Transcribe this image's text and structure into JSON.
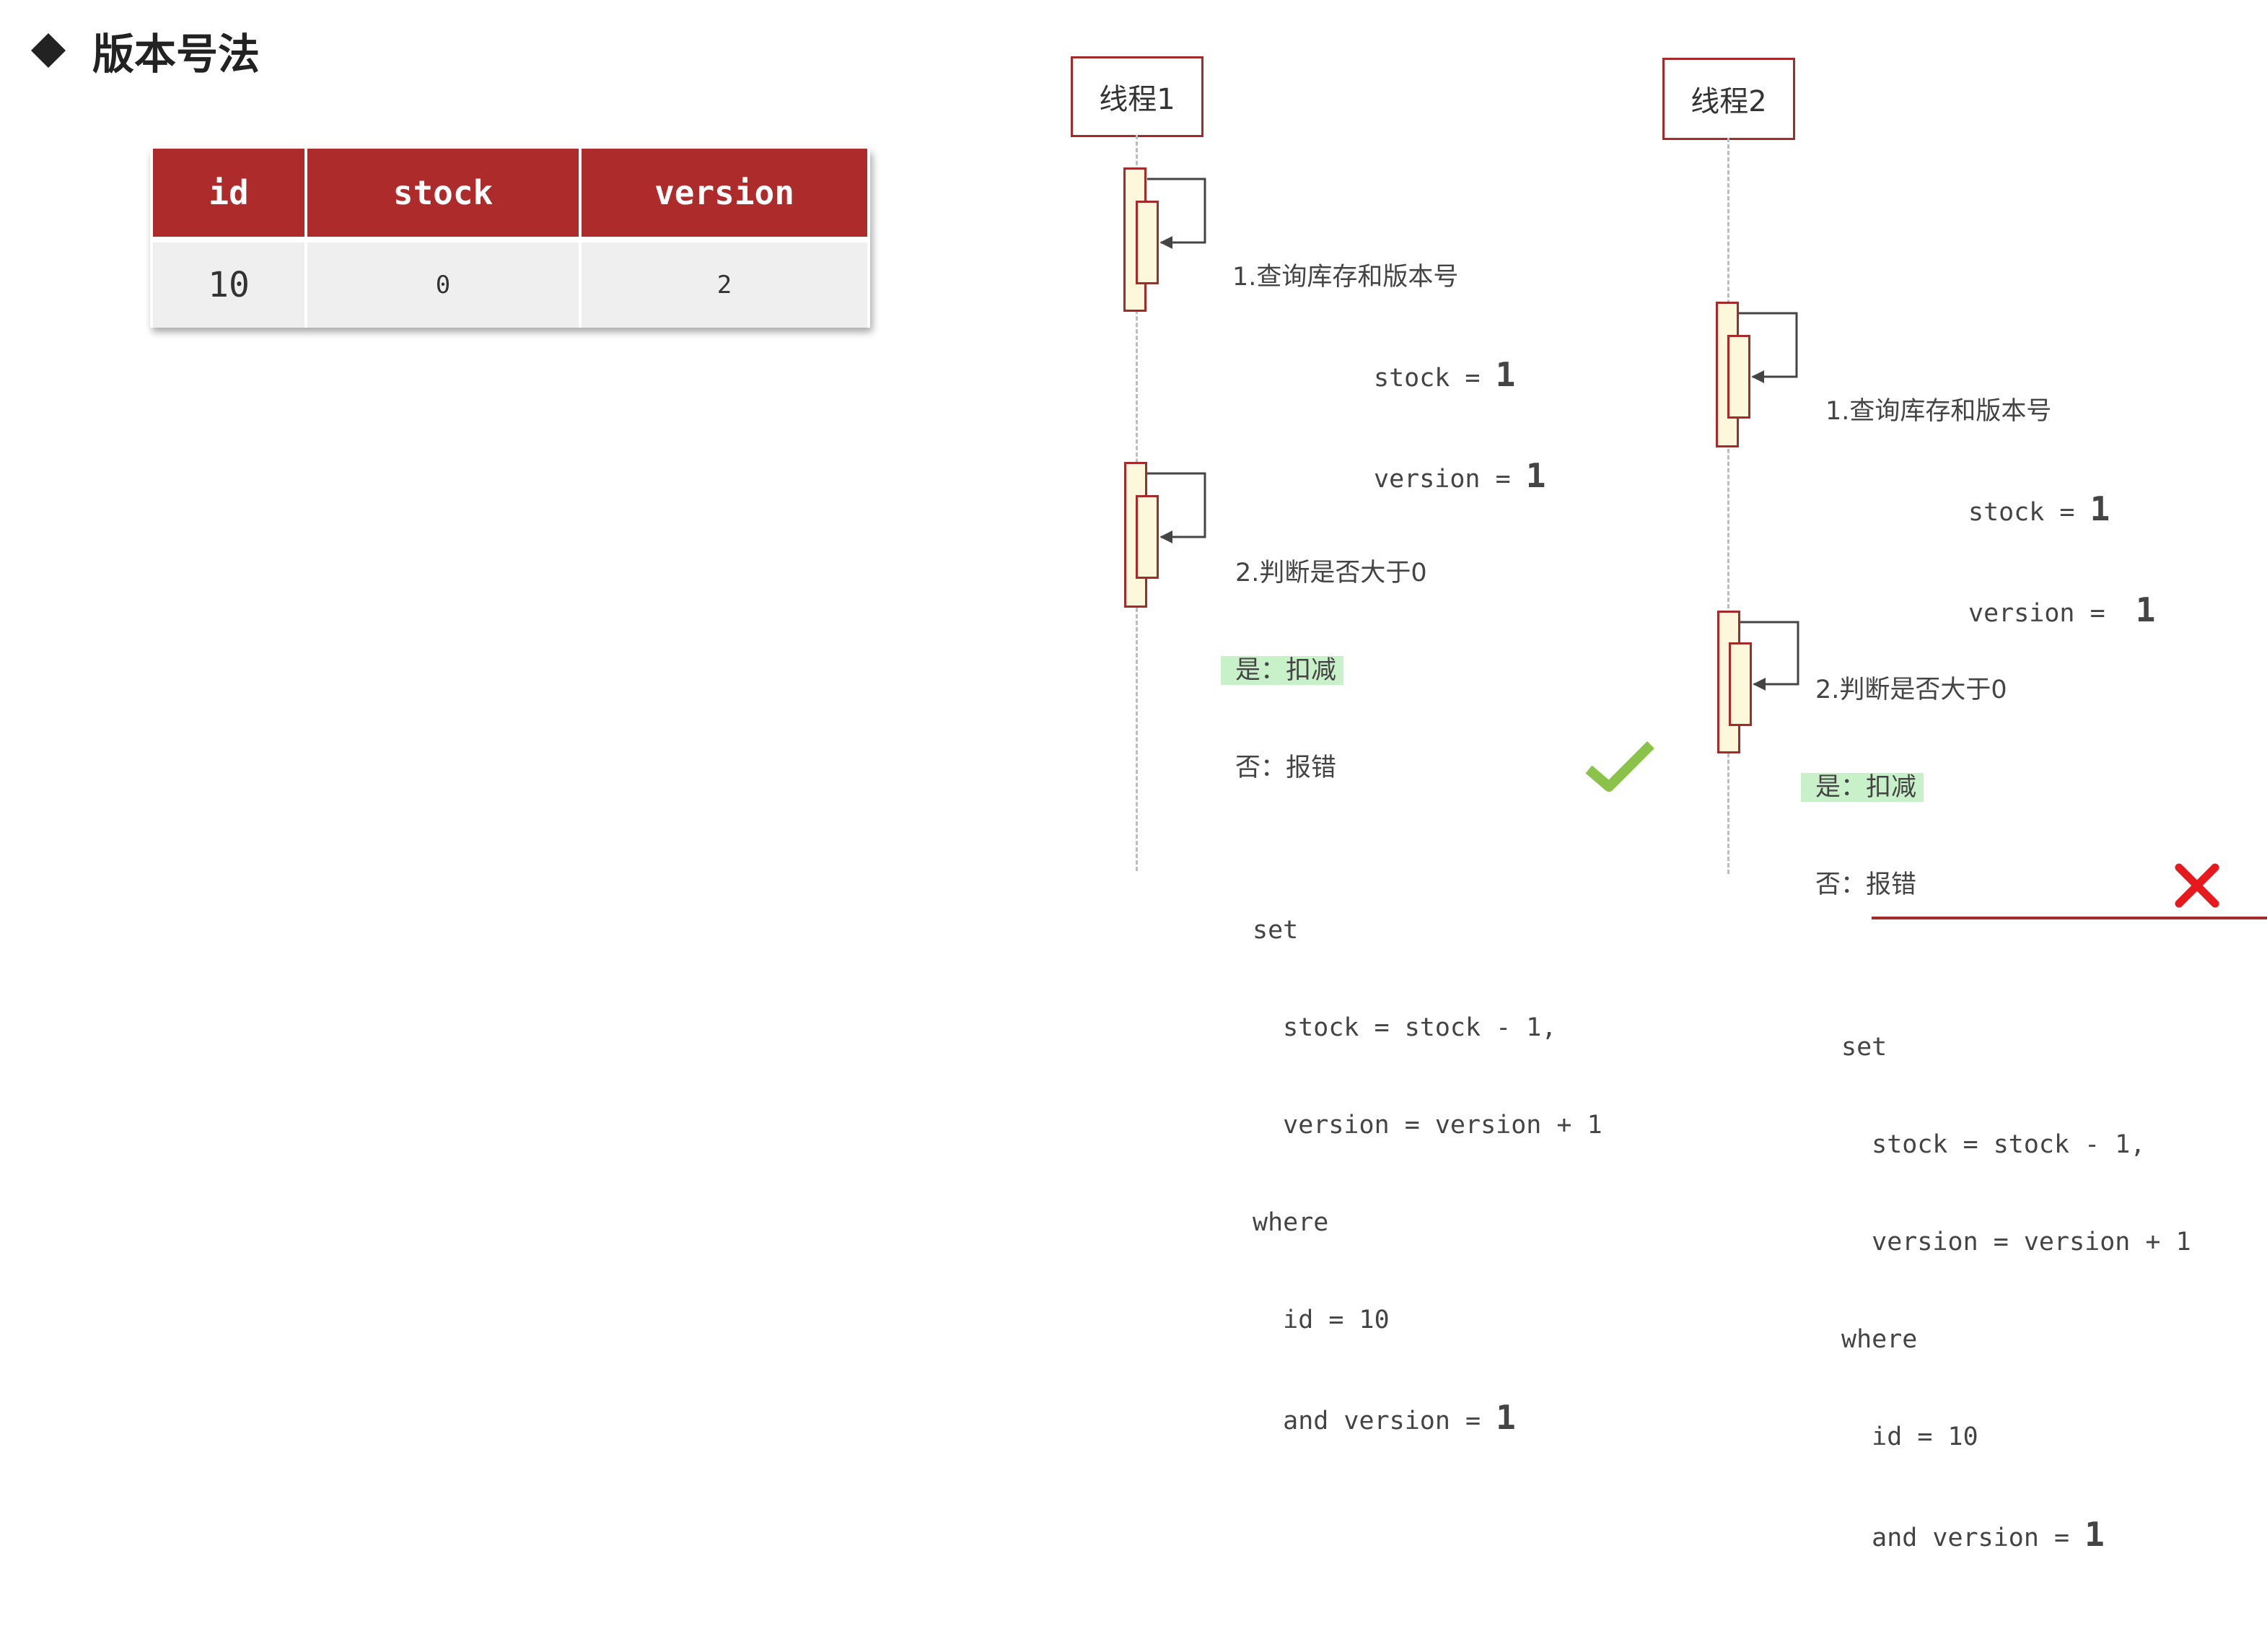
{
  "title": "版本号法",
  "table": {
    "headers": [
      "id",
      "stock",
      "version"
    ],
    "row": [
      "10",
      "0",
      "2"
    ]
  },
  "threads": [
    {
      "name": "线程1",
      "query": {
        "label": "1.查询库存和版本号",
        "stock_prefix": "stock = ",
        "stock_value": "1",
        "version_prefix": "version = ",
        "version_value": "1"
      },
      "check": {
        "label": "2.判断是否大于0",
        "yes": "是：扣减",
        "no": "否：报错",
        "sql": [
          "set",
          "  stock = stock - 1,",
          "  version = version + 1",
          "where",
          "  id = 10"
        ],
        "last_prefix": "  and version = ",
        "last_value": "1"
      },
      "result": "success"
    },
    {
      "name": "线程2",
      "query": {
        "label": "1.查询库存和版本号",
        "stock_prefix": "stock = ",
        "stock_value": "1",
        "version_prefix": "version =  ",
        "version_value": "1"
      },
      "check": {
        "label": "2.判断是否大于0",
        "yes": "是：扣减",
        "no": "否：报错",
        "sql": [
          "set",
          "  stock = stock - 1,",
          "  version = version + 1",
          "where",
          "  id = 10"
        ],
        "last_prefix": "  and version = ",
        "last_value": "1"
      },
      "result": "failure"
    }
  ],
  "colors": {
    "header": "#ad2b2b",
    "border": "#a52a2a",
    "activation_fill": "#fdf8dc",
    "highlight": "#c9f1c9",
    "check": "#8bc34a",
    "cross": "#e8191c"
  }
}
